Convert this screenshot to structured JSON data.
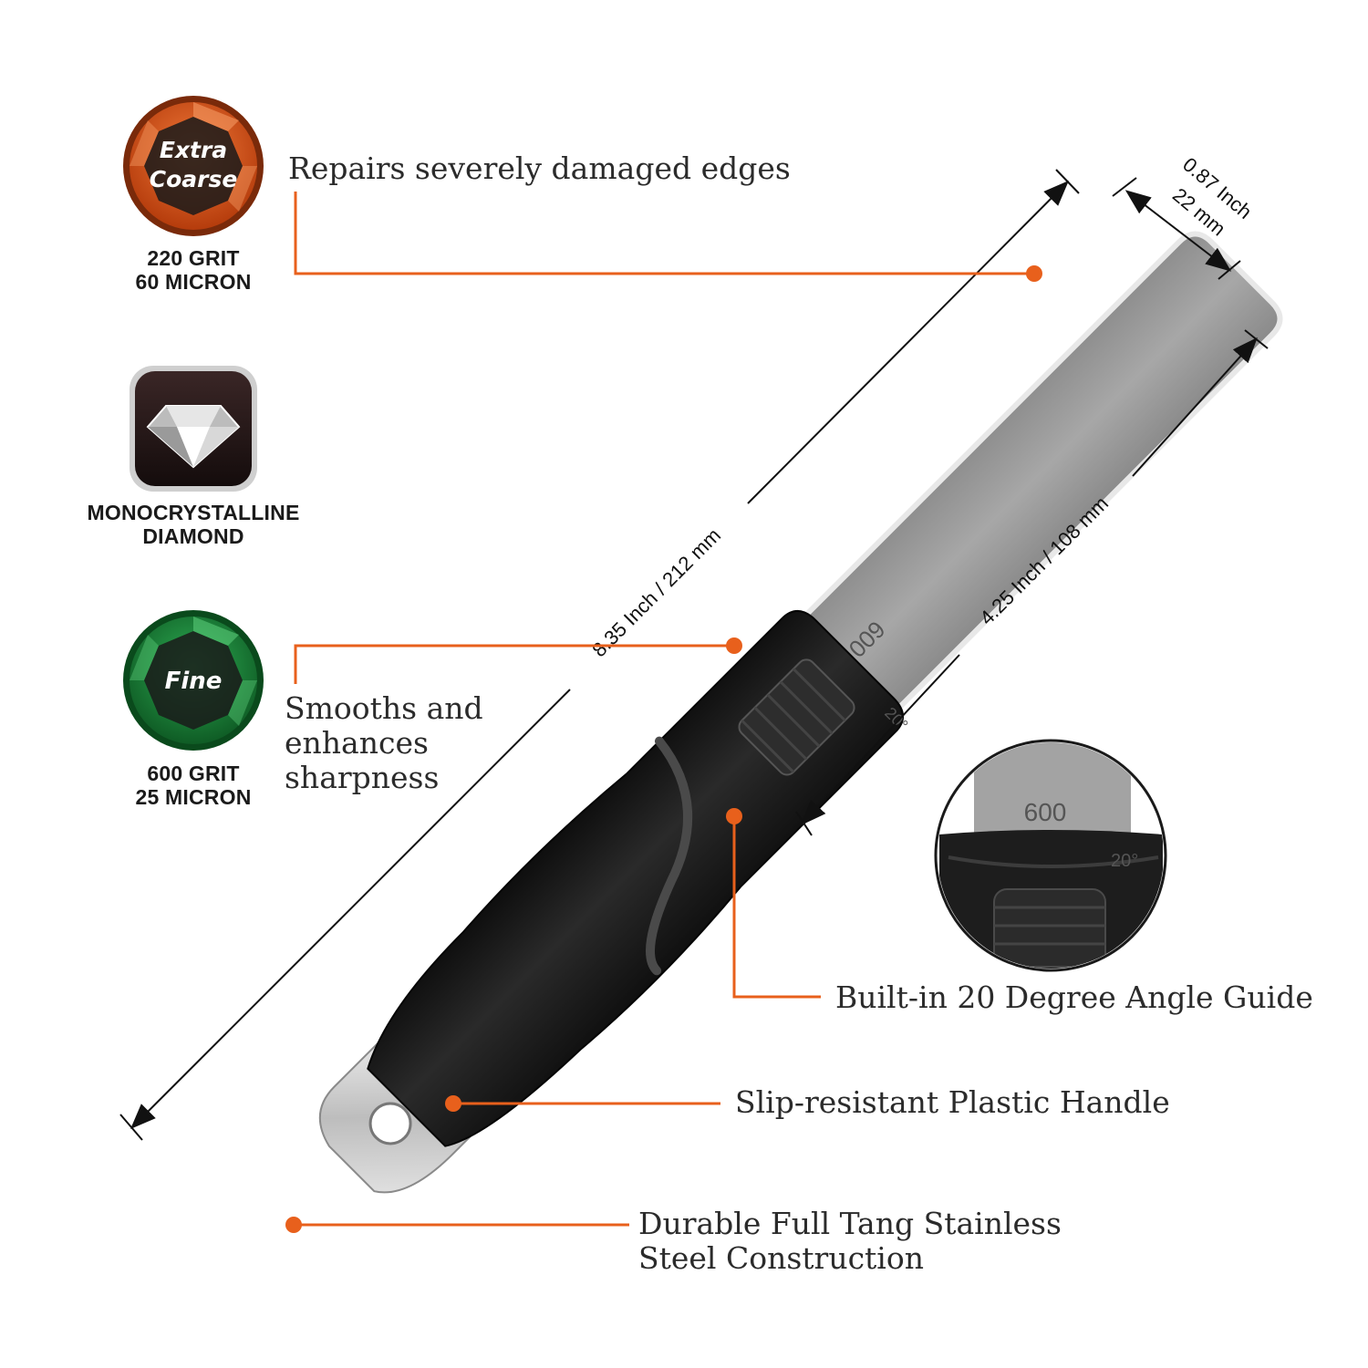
{
  "badges": {
    "extra_coarse": {
      "line1": "Extra",
      "line2": "Coarse",
      "spec1": "220 GRIT",
      "spec2": "60 MICRON",
      "color": "#e0561a"
    },
    "diamond": {
      "spec1": "MONOCRYSTALLINE",
      "spec2": "DIAMOND"
    },
    "fine": {
      "line1": "Fine",
      "spec1": "600 GRIT",
      "spec2": "25 MICRON",
      "color": "#1e8a3c"
    }
  },
  "features": {
    "coarse_desc": "Repairs severely damaged edges",
    "fine_desc_1": "Smooths and",
    "fine_desc_2": "enhances",
    "fine_desc_3": "sharpness",
    "angle_guide": "Built-in 20 Degree Angle Guide",
    "handle": "Slip-resistant Plastic Handle",
    "tang_1": "Durable Full Tang Stainless",
    "tang_2": "Steel Construction"
  },
  "dimensions": {
    "width_inch": "0.87 Inch",
    "width_mm": "22 mm",
    "total_length": "8.35 Inch / 212 mm",
    "plate_length": "4.25 Inch / 108 mm"
  },
  "plate_marks": {
    "grit_stamp": "600",
    "angle_stamp": "20°"
  },
  "colors": {
    "accent": "#e8601c",
    "plate": "#9b9b9b",
    "handle": "#1c1c1c"
  }
}
